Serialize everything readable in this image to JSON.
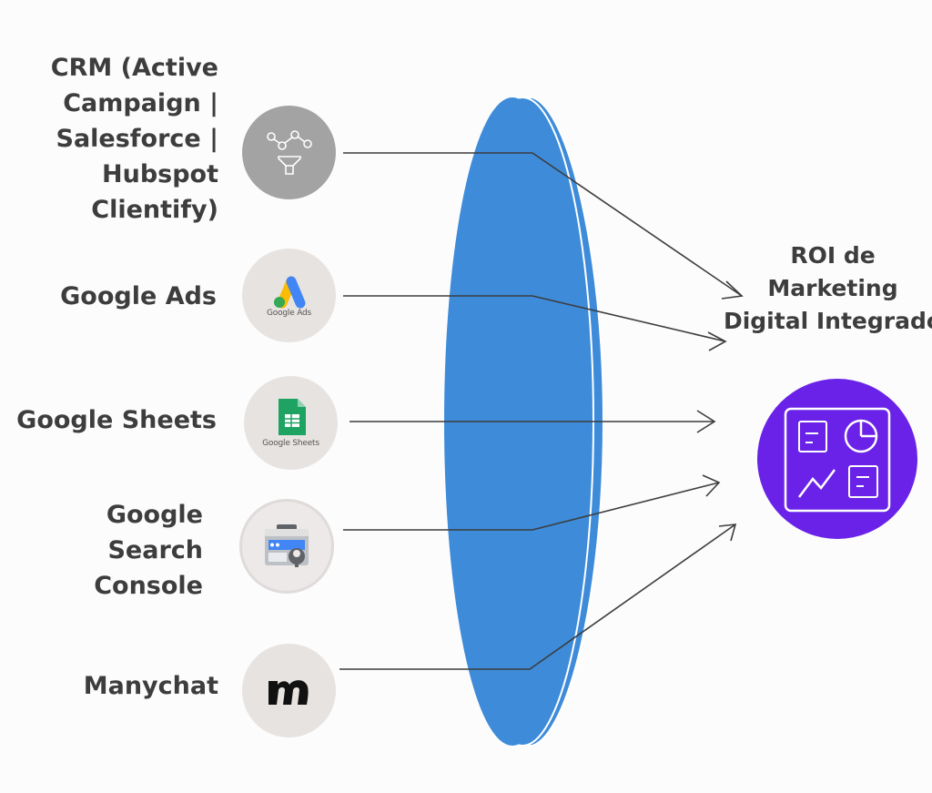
{
  "sources": [
    {
      "id": "crm",
      "label": "CRM (Active\nCampaign |\nSalesforce |\nHubspot\nClientify)"
    },
    {
      "id": "google-ads",
      "label": "Google Ads",
      "icon_caption": "Google Ads"
    },
    {
      "id": "google-sheets",
      "label": "Google Sheets",
      "icon_caption": "Google Sheets"
    },
    {
      "id": "google-search-console",
      "label": "Google\nSearch\nConsole"
    },
    {
      "id": "manychat",
      "label": "Manychat"
    }
  ],
  "target": {
    "label": "ROI de\nMarketing\nDigital Integrado"
  },
  "colors": {
    "lens": "#3d8bd9",
    "target_circle": "#6a22e8",
    "crm_circle": "#a3a3a3",
    "icon_circle": "#e7e3e1",
    "text": "#3d3d3d",
    "connector": "#3d3d3d"
  },
  "icons": [
    "crm-funnel-icon",
    "google-ads-icon",
    "google-sheets-icon",
    "search-console-icon",
    "manychat-icon",
    "dashboard-icon"
  ]
}
